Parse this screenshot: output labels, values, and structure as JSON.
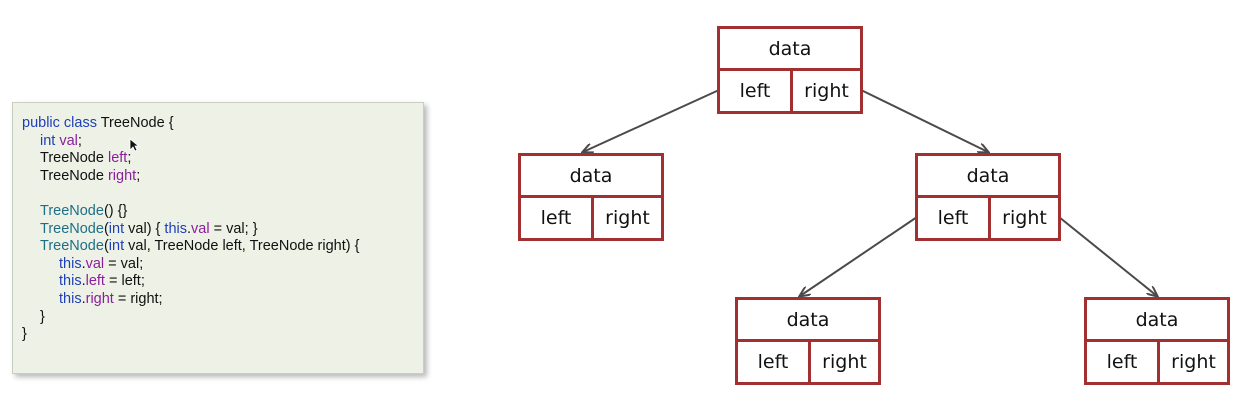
{
  "code": {
    "lines": [
      [
        {
          "t": "public class ",
          "c": "k"
        },
        {
          "t": "TreeNode {",
          "c": "p"
        }
      ],
      [
        {
          "t": "int ",
          "c": "k"
        },
        {
          "t": "val",
          "c": "f"
        },
        {
          "t": ";",
          "c": "p"
        }
      ],
      [
        {
          "t": "TreeNode ",
          "c": "p"
        },
        {
          "t": "left",
          "c": "f"
        },
        {
          "t": ";",
          "c": "p"
        }
      ],
      [
        {
          "t": "TreeNode ",
          "c": "p"
        },
        {
          "t": "right",
          "c": "f"
        },
        {
          "t": ";",
          "c": "p"
        }
      ],
      [],
      [
        {
          "t": "TreeNode",
          "c": "m"
        },
        {
          "t": "() {}",
          "c": "p"
        }
      ],
      [
        {
          "t": "TreeNode",
          "c": "m"
        },
        {
          "t": "(",
          "c": "p"
        },
        {
          "t": "int",
          "c": "k"
        },
        {
          "t": " val) { ",
          "c": "p"
        },
        {
          "t": "this",
          "c": "k"
        },
        {
          "t": ".",
          "c": "p"
        },
        {
          "t": "val",
          "c": "f"
        },
        {
          "t": " = val; }",
          "c": "p"
        }
      ],
      [
        {
          "t": "TreeNode",
          "c": "m"
        },
        {
          "t": "(",
          "c": "p"
        },
        {
          "t": "int",
          "c": "k"
        },
        {
          "t": " val, TreeNode left, TreeNode right) {",
          "c": "p"
        }
      ],
      [
        {
          "t": "this",
          "c": "k"
        },
        {
          "t": ".",
          "c": "p"
        },
        {
          "t": "val",
          "c": "f"
        },
        {
          "t": " = val;",
          "c": "p"
        }
      ],
      [
        {
          "t": "this",
          "c": "k"
        },
        {
          "t": ".",
          "c": "p"
        },
        {
          "t": "left",
          "c": "f"
        },
        {
          "t": " = left;",
          "c": "p"
        }
      ],
      [
        {
          "t": "this",
          "c": "k"
        },
        {
          "t": ".",
          "c": "p"
        },
        {
          "t": "right",
          "c": "f"
        },
        {
          "t": " = right;",
          "c": "p"
        }
      ],
      [
        {
          "t": "}",
          "c": "p"
        }
      ],
      [
        {
          "t": "}",
          "c": "p"
        }
      ]
    ],
    "indent": [
      0,
      1,
      1,
      1,
      0,
      1,
      1,
      1,
      2,
      2,
      2,
      1,
      0
    ]
  },
  "nodes": [
    {
      "id": "root",
      "data": "data",
      "left": "left",
      "right": "right"
    },
    {
      "id": "l",
      "data": "data",
      "left": "left",
      "right": "right"
    },
    {
      "id": "r",
      "data": "data",
      "left": "left",
      "right": "right"
    },
    {
      "id": "rl",
      "data": "data",
      "left": "left",
      "right": "right"
    },
    {
      "id": "rr",
      "data": "data",
      "left": "left",
      "right": "right"
    }
  ],
  "edges": [
    [
      "root",
      "l"
    ],
    [
      "root",
      "r"
    ],
    [
      "r",
      "rl"
    ],
    [
      "r",
      "rr"
    ]
  ],
  "colors": {
    "node_border": "#a33030",
    "arrow": "#4a4a4a",
    "panel": "#eef2e6"
  }
}
